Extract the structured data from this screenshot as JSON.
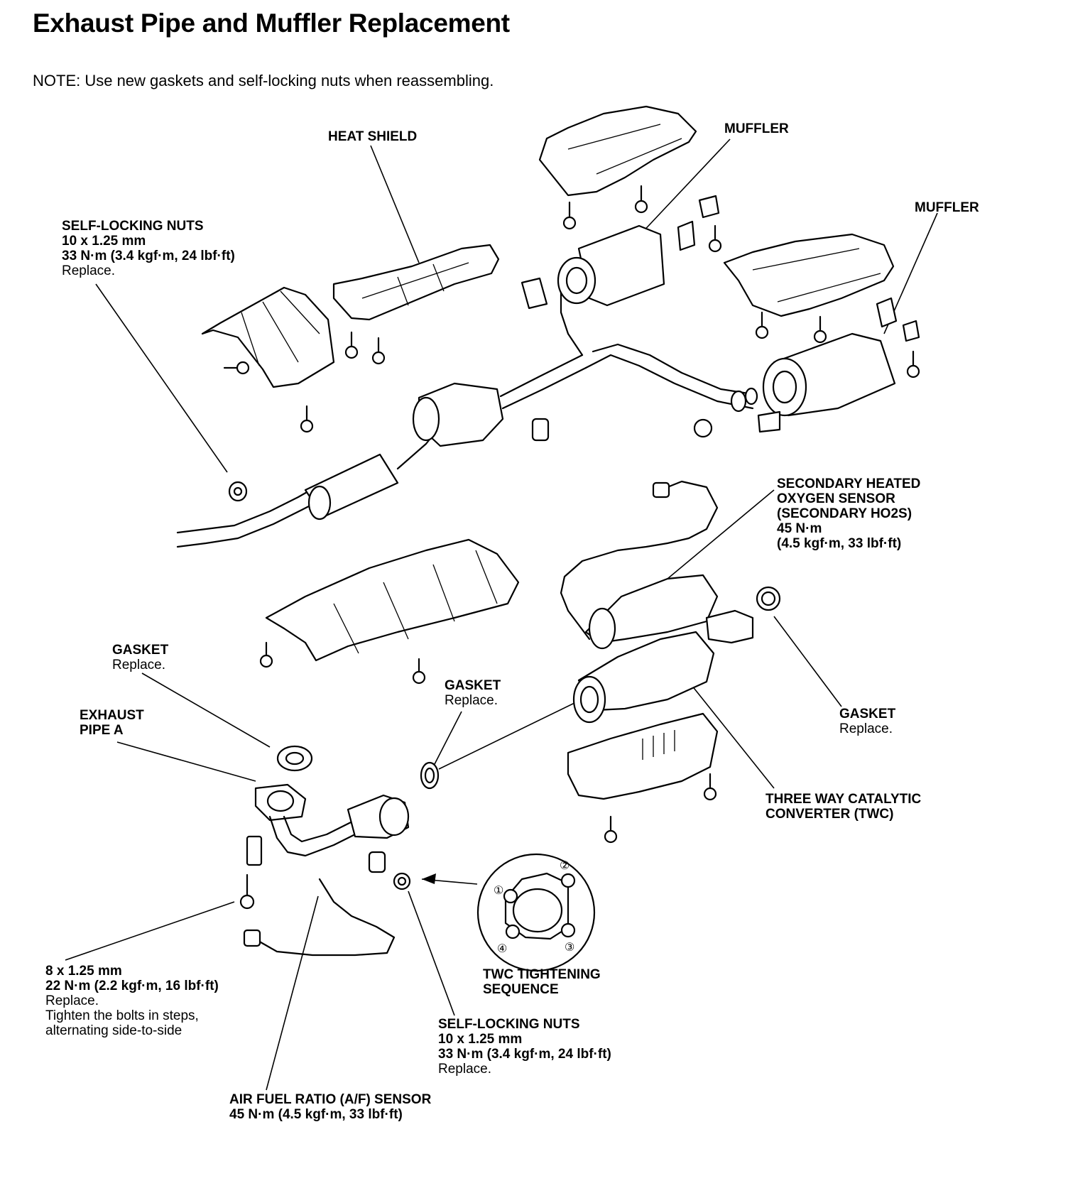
{
  "header": {
    "title": "Exhaust Pipe and Muffler Replacement",
    "note": "NOTE: Use new gaskets and self-locking nuts when reassembling."
  },
  "labels": {
    "heat_shield": {
      "title": "HEAT SHIELD"
    },
    "muffler_1": {
      "title": "MUFFLER"
    },
    "muffler_2": {
      "title": "MUFFLER"
    },
    "self_locking_nuts_top": {
      "title": "SELF-LOCKING NUTS",
      "size": "10 x 1.25 mm",
      "torque": "33 N·m (3.4 kgf·m, 24 lbf·ft)",
      "note": "Replace."
    },
    "secondary_ho2s": {
      "line1": "SECONDARY HEATED",
      "line2": "OXYGEN SENSOR",
      "line3": "(SECONDARY HO2S)",
      "torque1": "45 N·m",
      "torque2": "(4.5 kgf·m, 33 lbf·ft)"
    },
    "gasket_left": {
      "title": "GASKET",
      "note": "Replace."
    },
    "gasket_middle": {
      "title": "GASKET",
      "note": "Replace."
    },
    "gasket_right": {
      "title": "GASKET",
      "note": "Replace."
    },
    "exhaust_pipe_a": {
      "line1": "EXHAUST",
      "line2": "PIPE A"
    },
    "twc": {
      "line1": "THREE WAY CATALYTIC",
      "line2": "CONVERTER (TWC)"
    },
    "bolts": {
      "size": "8 x 1.25 mm",
      "torque": "22 N·m (2.2 kgf·m, 16 lbf·ft)",
      "note1": "Replace.",
      "note2": "Tighten the bolts in steps,",
      "note3": "alternating side-to-side"
    },
    "twc_sequence": {
      "line1": "TWC TIGHTENING",
      "line2": "SEQUENCE"
    },
    "self_locking_nuts_bottom": {
      "title": "SELF-LOCKING NUTS",
      "size": "10 x 1.25 mm",
      "torque": "33 N·m (3.4 kgf·m, 24 lbf·ft)",
      "note": "Replace."
    },
    "af_sensor": {
      "title": "AIR FUEL RATIO (A/F) SENSOR",
      "torque": "45 N·m (4.5 kgf·m, 33 lbf·ft)"
    }
  },
  "sequence_numbers": [
    "①",
    "②",
    "③",
    "④"
  ]
}
